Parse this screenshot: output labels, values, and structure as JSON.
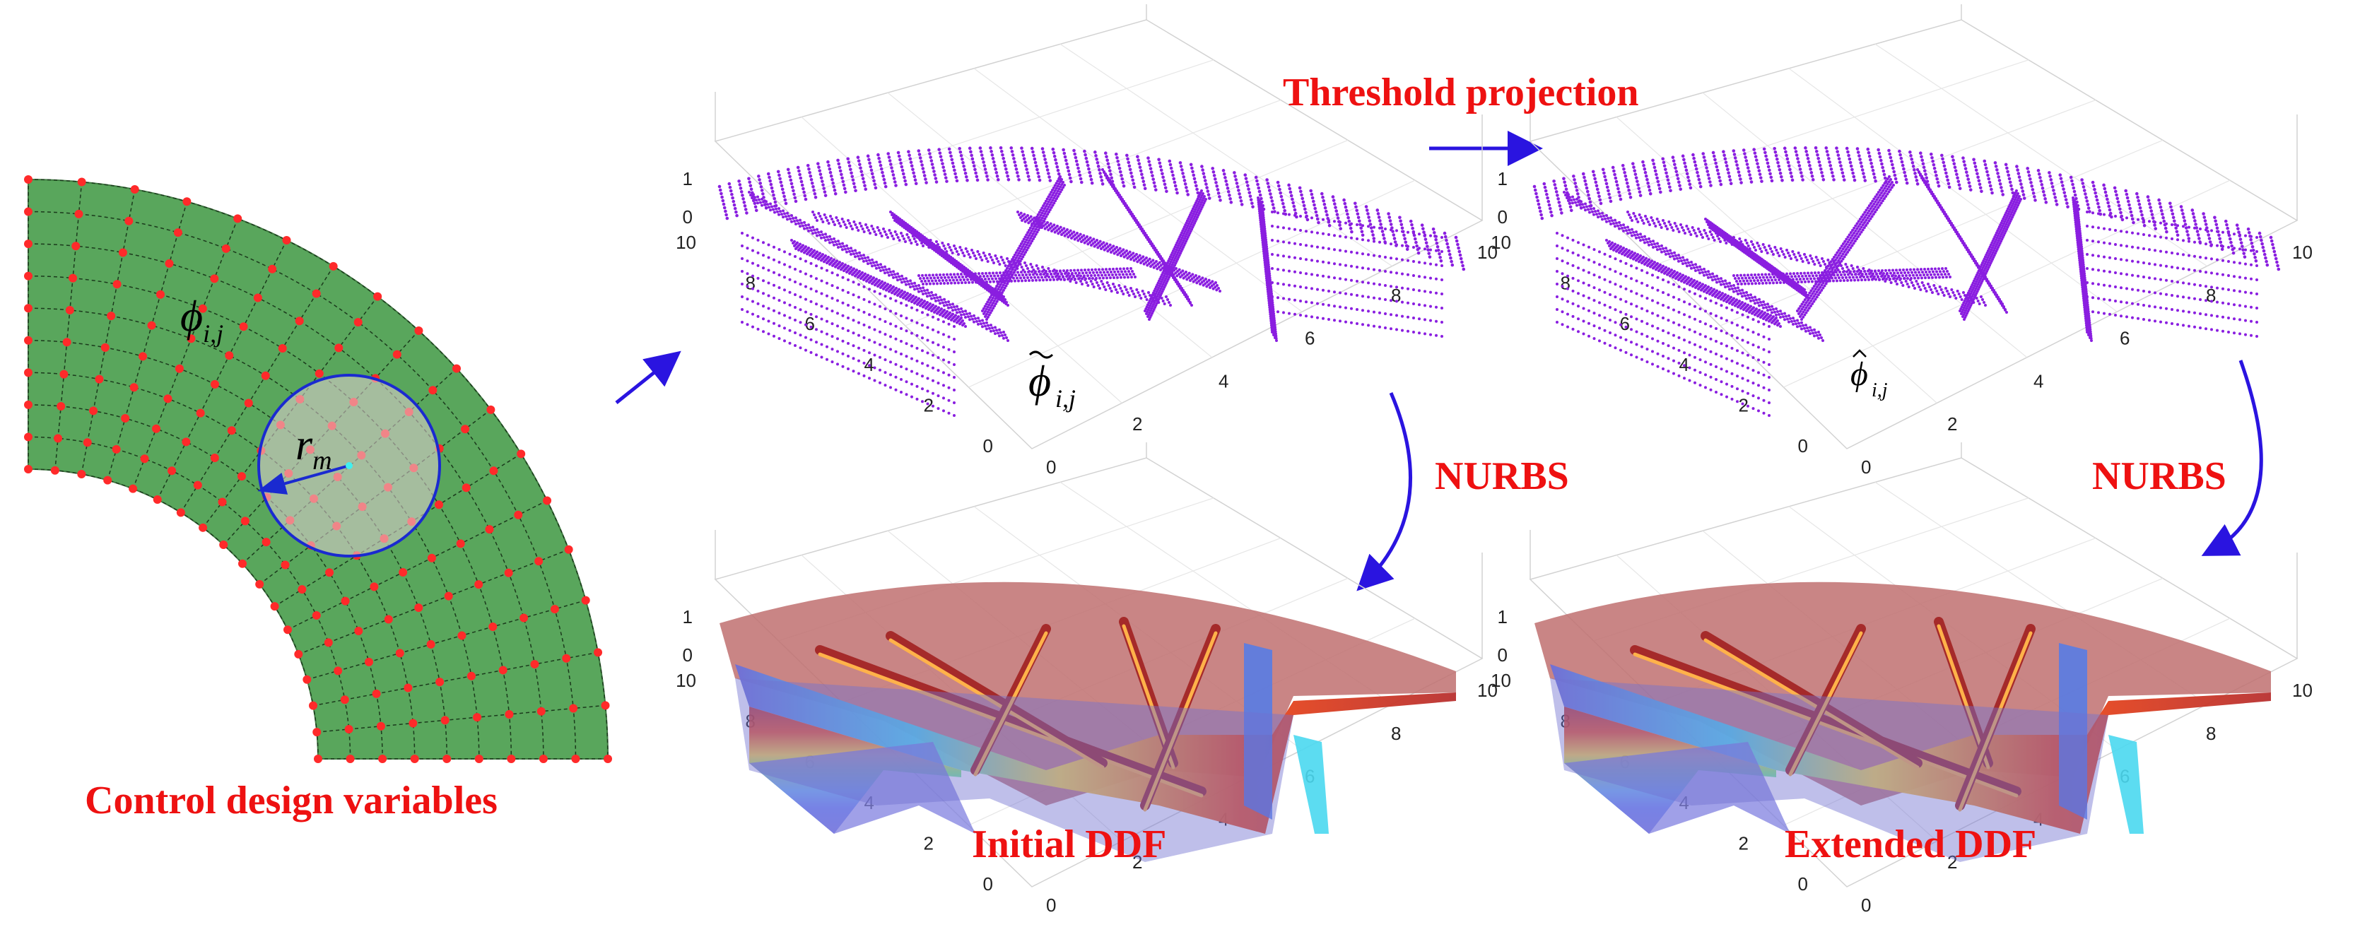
{
  "labels": {
    "control": "Control design variables",
    "threshold": "Threshold projection",
    "nurbs_left": "NURBS",
    "nurbs_right": "NURBS",
    "initial_ddf": "Initial DDF",
    "extended_ddf": "Extended DDF"
  },
  "symbols": {
    "phi_base": "ϕ",
    "phi_sub": "i,j",
    "r_base": "r",
    "r_sub": "m"
  },
  "axis_ticks": {
    "z": [
      "1",
      "0"
    ],
    "y": [
      "10",
      "8",
      "6",
      "4",
      "2",
      "0"
    ],
    "x": [
      "0",
      "2",
      "4",
      "6",
      "8",
      "10"
    ]
  },
  "colors": {
    "label_red": "#ee1111",
    "arrow_blue": "#2a14e0",
    "domain_green": "#59a65c",
    "control_point": "#ff2a2a",
    "point_cloud": "#8a1ee0",
    "circle_blue": "#1a2ad0"
  }
}
